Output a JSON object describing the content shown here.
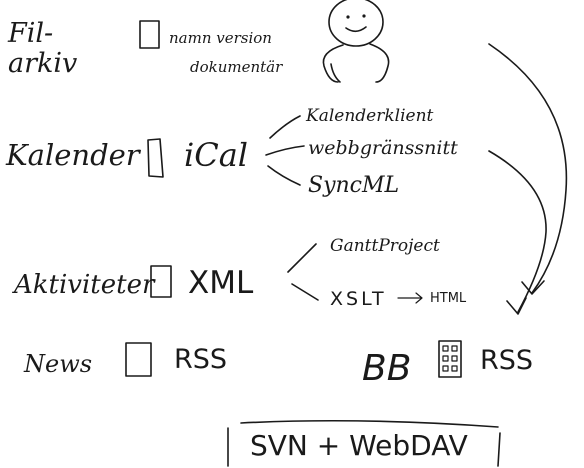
{
  "colors": {
    "ink": "#1a1a1a",
    "paper": "#ffffff"
  },
  "filarkiv": {
    "line1": "Fil-",
    "line2": "arkiv",
    "note_line1": "namn version",
    "note_line2": "dokumentär"
  },
  "kalender": {
    "label": "Kalender",
    "format": "iCal",
    "targets": [
      "Kalenderklient",
      "webbgränssnitt",
      "SyncML"
    ]
  },
  "aktiviteter": {
    "label": "Aktiviteter",
    "format": "XML",
    "target_gantt": "GanttProject",
    "target_xslt": "XSLT",
    "target_html": "HTML"
  },
  "news": {
    "label": "News",
    "format": "RSS"
  },
  "bb": {
    "label": "BB",
    "format": "RSS"
  },
  "footer": {
    "label": "SVN + WebDAV"
  },
  "icons": [
    "person-icon",
    "document-icon",
    "phone-device-icon",
    "arrow-icon"
  ]
}
